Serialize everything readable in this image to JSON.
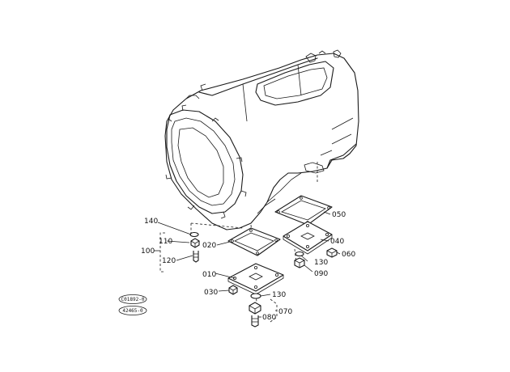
{
  "labels": {
    "p010": "010",
    "p020": "020",
    "p030": "030",
    "p040": "040",
    "p050": "050",
    "p060": "060",
    "p070": "070",
    "p080": "080",
    "p090": "090",
    "p100": "100",
    "p110": "110",
    "p120": "120",
    "p130a": "130",
    "p130b": "130",
    "p140": "140"
  },
  "stamps": {
    "top": "C01892-0",
    "bottom": "42465-0"
  }
}
